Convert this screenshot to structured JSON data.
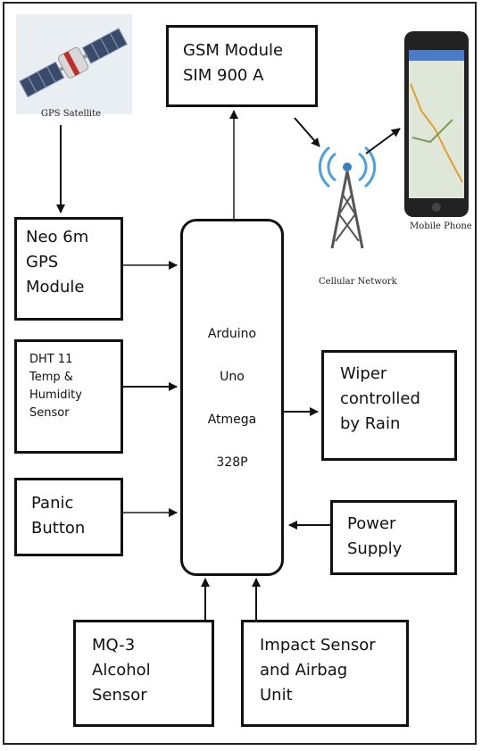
{
  "gps_satellite": {
    "caption": "GPS Satellite"
  },
  "gsm_module": {
    "line1": "GSM Module",
    "line2": "SIM 900 A"
  },
  "cellular_network": {
    "caption": "Cellular Network"
  },
  "mobile_phone": {
    "caption": "Mobile Phone"
  },
  "gps_module": {
    "line1": "Neo 6m",
    "line2": "GPS",
    "line3": "Module"
  },
  "dht_sensor": {
    "line1": "DHT 11",
    "line2": "Temp &",
    "line3": "Humidity",
    "line4": "Sensor"
  },
  "panic_button": {
    "line1": "Panic",
    "line2": "Button"
  },
  "arduino": {
    "line1": "Arduino",
    "line2": "Uno",
    "line3": "Atmega",
    "line4": "328P"
  },
  "wiper": {
    "line1": "Wiper",
    "line2": "controlled",
    "line3": "by Rain"
  },
  "power_supply": {
    "line1": "Power",
    "line2": "Supply"
  },
  "alcohol_sensor": {
    "line1": "MQ-3",
    "line2": "Alcohol",
    "line3": "Sensor"
  },
  "impact_sensor": {
    "line1": "Impact Sensor",
    "line2": "and Airbag",
    "line3": "Unit"
  }
}
